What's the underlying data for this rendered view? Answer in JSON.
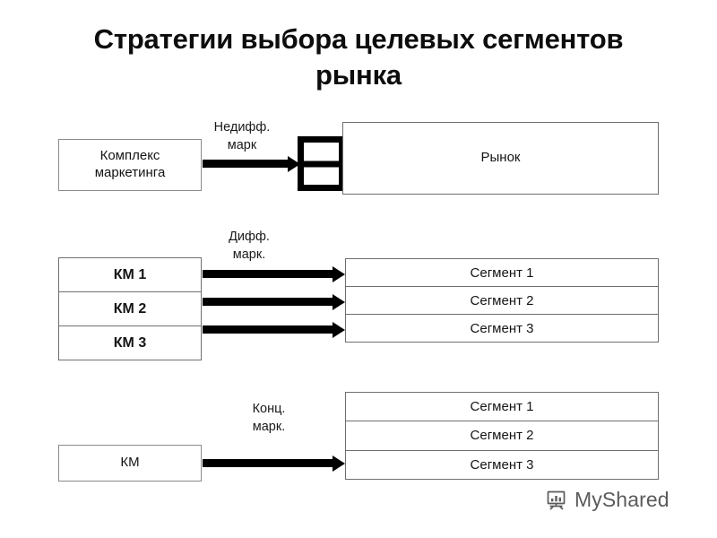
{
  "slide": {
    "title": "Стратегии выбора целевых сегментов рынка",
    "background_color": "#ffffff",
    "text_color": "#141414",
    "line_color": "#000000"
  },
  "strategies": [
    {
      "id": "undifferentiated",
      "source_label": "Комплекс\nмаркетинга",
      "flow_label": "Недифф.\nмарк",
      "target_title": "Рынок",
      "target_rows": [
        "Рынок"
      ]
    },
    {
      "id": "differentiated",
      "source_rows": [
        "КМ 1",
        "КМ 2",
        "КМ 3"
      ],
      "flow_label": "Дифф.\nмарк.",
      "target_rows": [
        "Сегмент 1",
        "Сегмент 2",
        "Сегмент 3"
      ]
    },
    {
      "id": "concentrated",
      "source_label": "КМ",
      "flow_label": "Конц.\nмарк.",
      "target_rows": [
        "Сегмент 1",
        "Сегмент 2",
        "Сегмент 3"
      ]
    }
  ],
  "watermark": {
    "text": "MyShared",
    "icon": "presentation-chart-icon",
    "color": "#5b5b5b"
  }
}
